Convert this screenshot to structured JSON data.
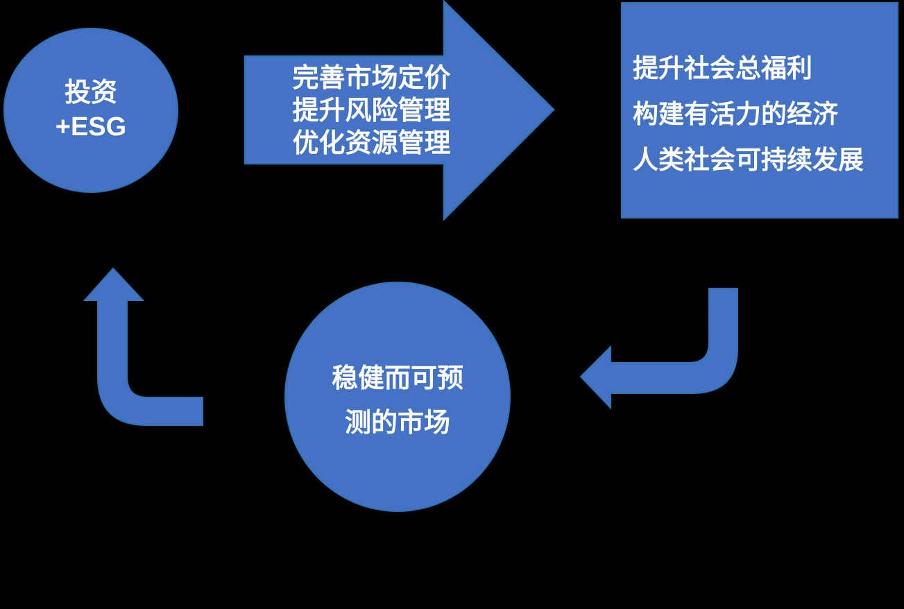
{
  "diagram": {
    "title": "ESG investment virtuous cycle",
    "colors": {
      "background": "#000000",
      "shape_fill": "#4472c4",
      "shape_border": "#2e75b6",
      "text": "#ffffff"
    },
    "nodes": {
      "esg_circle": {
        "lines": [
          "投资",
          "+ESG"
        ]
      },
      "process_arrow": {
        "lines": [
          "完善市场定价",
          "提升风险管理",
          "优化资源管理"
        ]
      },
      "outcome_box": {
        "lines": [
          "提升社会总福利",
          "构建有活力的经济",
          "人类社会可持续发展"
        ]
      },
      "market_circle": {
        "lines": [
          "稳健而可预",
          "测的市场"
        ]
      }
    }
  }
}
